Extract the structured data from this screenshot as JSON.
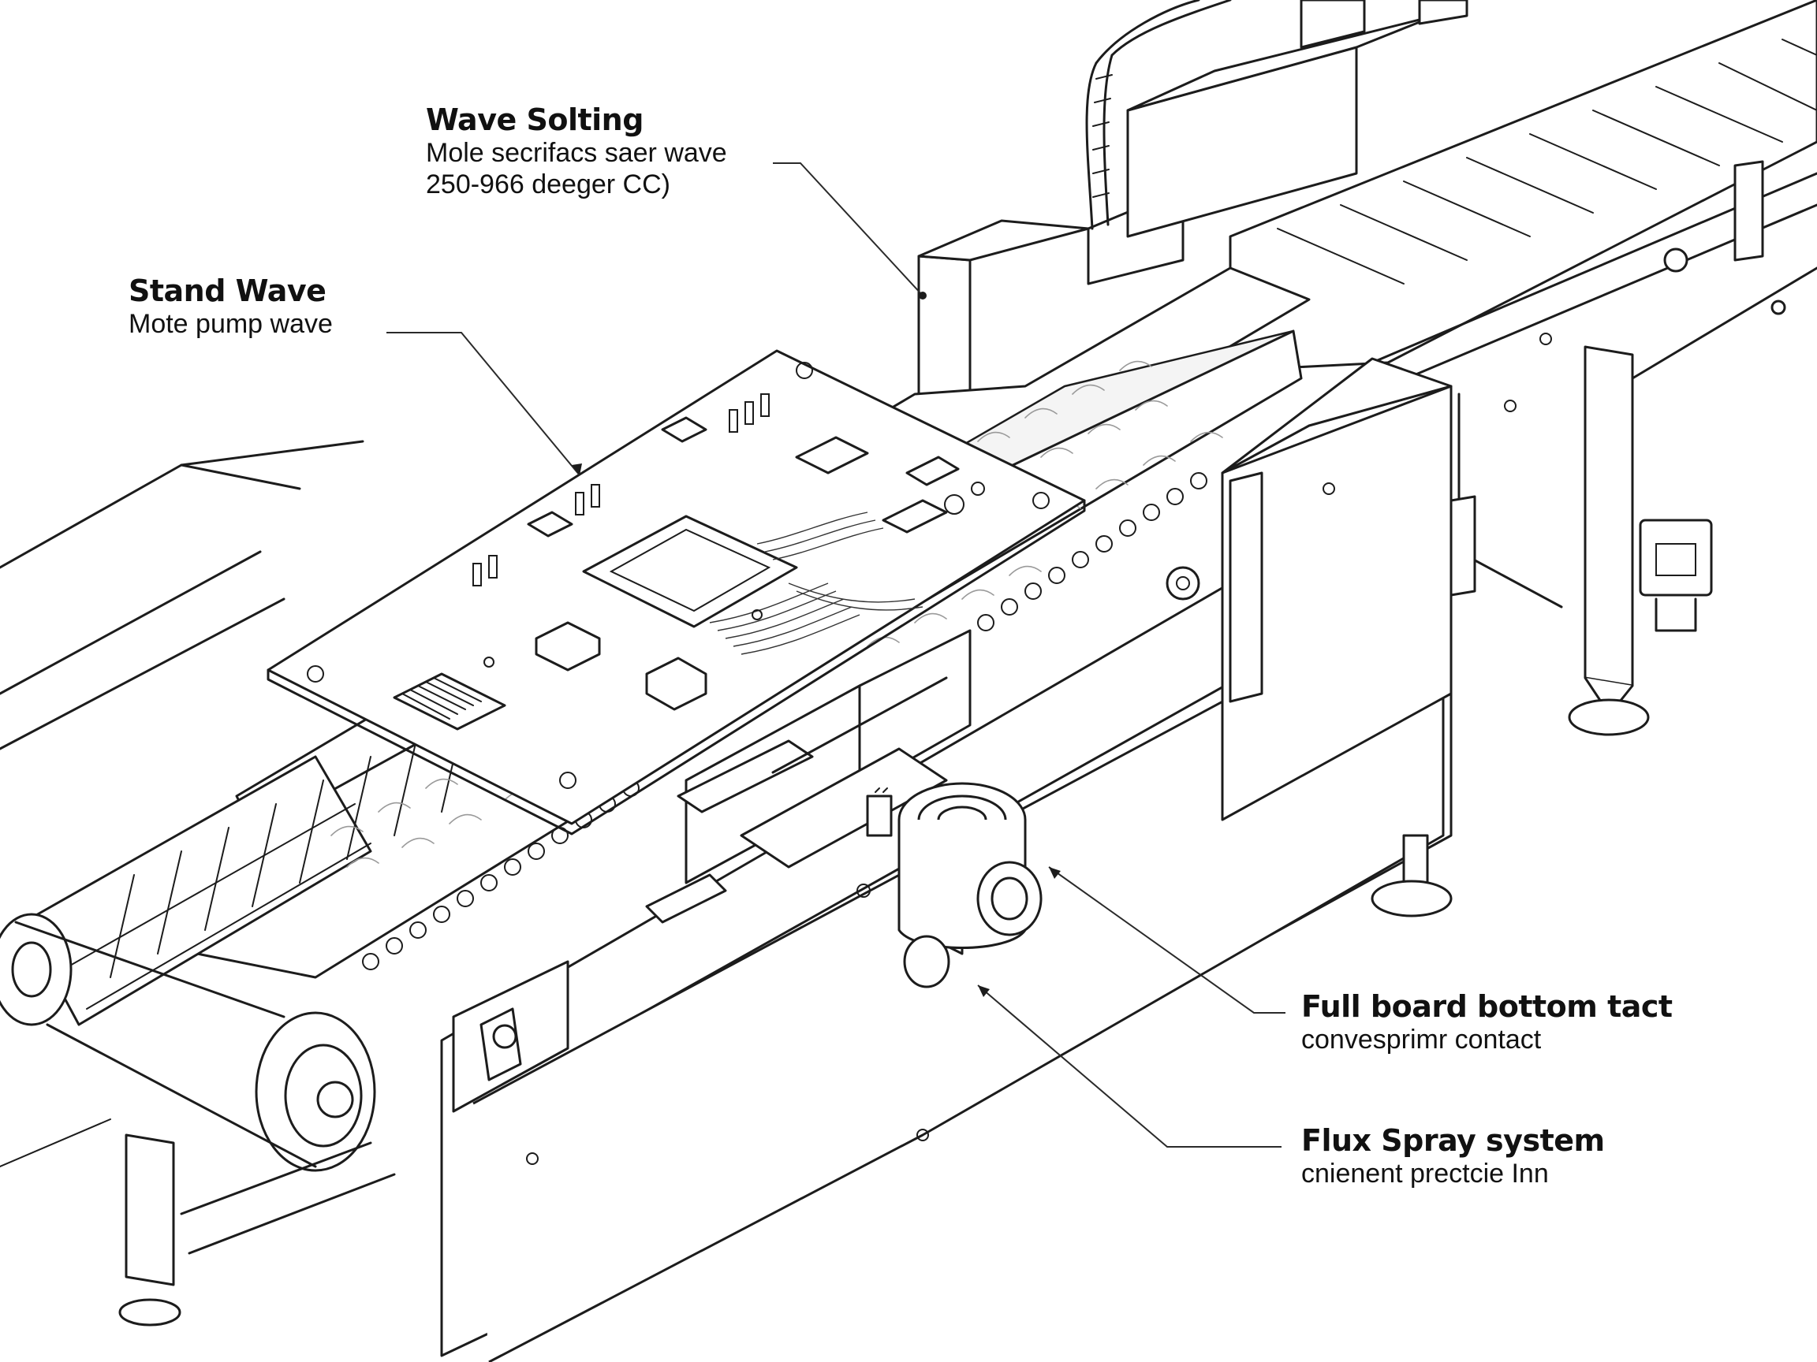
{
  "callouts": [
    {
      "id": "wave-soldering",
      "title": "Wave Solting",
      "lines": [
        "Mole secrifacs saer wave",
        "250-966 deeger CC)"
      ]
    },
    {
      "id": "stand-wave",
      "title": "Stand Wave",
      "lines": [
        "Mote pump wave"
      ]
    },
    {
      "id": "full-board",
      "title": "Full board bottom tact",
      "lines": [
        "convesprimr contact"
      ]
    },
    {
      "id": "flux-spray",
      "title": "Flux Spray system",
      "lines": [
        "cnienent prectcie Inn"
      ]
    }
  ]
}
